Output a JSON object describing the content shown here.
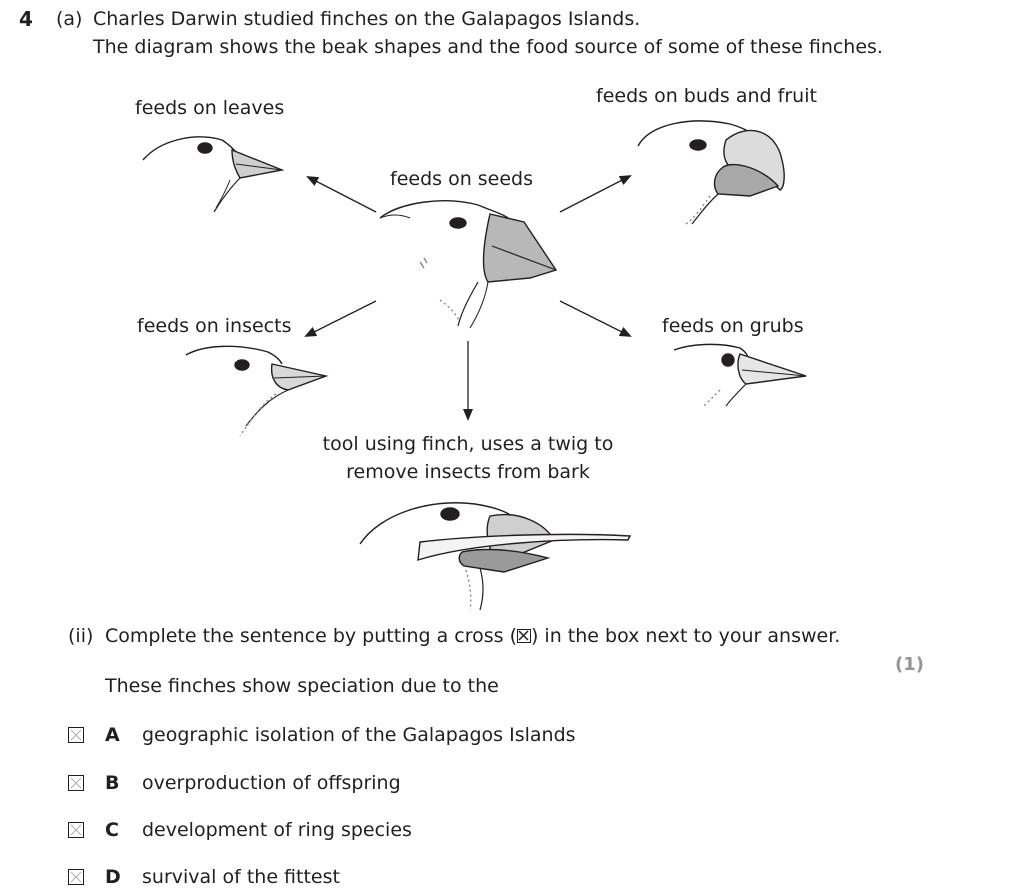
{
  "question": {
    "number": "4",
    "part": "(a)",
    "intro_line1": "Charles Darwin studied finches on the Galapagos Islands.",
    "intro_line2": "The diagram shows the beak shapes and the food source of some of these finches."
  },
  "diagram": {
    "center_label": "feeds on seeds",
    "labels": {
      "leaves": "feeds on leaves",
      "buds_fruit": "feeds on buds and fruit",
      "insects": "feeds on insects",
      "grubs": "feeds on grubs",
      "tool_line1": "tool using finch, uses a twig to",
      "tool_line2": "remove insects from bark"
    }
  },
  "subquestion": {
    "number": "(ii)",
    "instruction_before": "Complete the sentence by putting a cross (",
    "instruction_after": ") in the box next to your answer.",
    "marks": "(1)",
    "stem": "These finches show speciation due to the"
  },
  "options": [
    {
      "letter": "A",
      "text": "geographic isolation of the Galapagos Islands"
    },
    {
      "letter": "B",
      "text": "overproduction of offspring"
    },
    {
      "letter": "C",
      "text": "development of ring species"
    },
    {
      "letter": "D",
      "text": "survival of the fittest"
    }
  ]
}
